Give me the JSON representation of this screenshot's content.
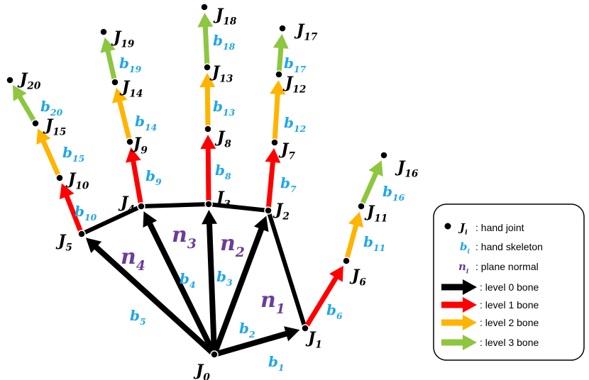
{
  "colors": {
    "level0": "#000000",
    "level1": "#ff0000",
    "level2": "#ffb400",
    "level3": "#8dc63f",
    "bone_label": "#1ea7e8",
    "normal_label": "#6a3d9a"
  },
  "joints": [
    {
      "id": "J0",
      "base": "J",
      "sub": "0"
    },
    {
      "id": "J1",
      "base": "J",
      "sub": "1"
    },
    {
      "id": "J2",
      "base": "J",
      "sub": "2"
    },
    {
      "id": "J3",
      "base": "J",
      "sub": "3"
    },
    {
      "id": "J4",
      "base": "J",
      "sub": "4"
    },
    {
      "id": "J5",
      "base": "J",
      "sub": "5"
    },
    {
      "id": "J6",
      "base": "J",
      "sub": "6"
    },
    {
      "id": "J7",
      "base": "J",
      "sub": "7"
    },
    {
      "id": "J8",
      "base": "J",
      "sub": "8"
    },
    {
      "id": "J9",
      "base": "J",
      "sub": "9"
    },
    {
      "id": "J10",
      "base": "J",
      "sub": "10"
    },
    {
      "id": "J11",
      "base": "J",
      "sub": "11"
    },
    {
      "id": "J12",
      "base": "J",
      "sub": "12"
    },
    {
      "id": "J13",
      "base": "J",
      "sub": "13"
    },
    {
      "id": "J14",
      "base": "J",
      "sub": "14"
    },
    {
      "id": "J15",
      "base": "J",
      "sub": "15"
    },
    {
      "id": "J16",
      "base": "J",
      "sub": "16"
    },
    {
      "id": "J17",
      "base": "J",
      "sub": "17"
    },
    {
      "id": "J18",
      "base": "J",
      "sub": "18"
    },
    {
      "id": "J19",
      "base": "J",
      "sub": "19"
    },
    {
      "id": "J20",
      "base": "J",
      "sub": "20"
    }
  ],
  "bones": [
    {
      "id": "b1",
      "base": "b",
      "sub": "1",
      "from": "J0",
      "to": "J1",
      "level": 0
    },
    {
      "id": "b2",
      "base": "b",
      "sub": "2",
      "from": "J0",
      "to": "J2",
      "level": 0
    },
    {
      "id": "b3",
      "base": "b",
      "sub": "3",
      "from": "J0",
      "to": "J3",
      "level": 0
    },
    {
      "id": "b4",
      "base": "b",
      "sub": "4",
      "from": "J0",
      "to": "J4",
      "level": 0
    },
    {
      "id": "b5",
      "base": "b",
      "sub": "5",
      "from": "J0",
      "to": "J5",
      "level": 0
    },
    {
      "id": "b6",
      "base": "b",
      "sub": "6",
      "from": "J1",
      "to": "J6",
      "level": 1
    },
    {
      "id": "b7",
      "base": "b",
      "sub": "7",
      "from": "J2",
      "to": "J7",
      "level": 1
    },
    {
      "id": "b8",
      "base": "b",
      "sub": "8",
      "from": "J3",
      "to": "J8",
      "level": 1
    },
    {
      "id": "b9",
      "base": "b",
      "sub": "9",
      "from": "J4",
      "to": "J9",
      "level": 1
    },
    {
      "id": "b10",
      "base": "b",
      "sub": "10",
      "from": "J5",
      "to": "J10",
      "level": 1
    },
    {
      "id": "b11",
      "base": "b",
      "sub": "11",
      "from": "J6",
      "to": "J11",
      "level": 2
    },
    {
      "id": "b12",
      "base": "b",
      "sub": "12",
      "from": "J7",
      "to": "J12",
      "level": 2
    },
    {
      "id": "b13",
      "base": "b",
      "sub": "13",
      "from": "J8",
      "to": "J13",
      "level": 2
    },
    {
      "id": "b14",
      "base": "b",
      "sub": "14",
      "from": "J9",
      "to": "J14",
      "level": 2
    },
    {
      "id": "b15",
      "base": "b",
      "sub": "15",
      "from": "J10",
      "to": "J15",
      "level": 2
    },
    {
      "id": "b16",
      "base": "b",
      "sub": "16",
      "from": "J11",
      "to": "J16",
      "level": 3
    },
    {
      "id": "b17",
      "base": "b",
      "sub": "17",
      "from": "J12",
      "to": "J17",
      "level": 3
    },
    {
      "id": "b18",
      "base": "b",
      "sub": "18",
      "from": "J13",
      "to": "J18",
      "level": 3
    },
    {
      "id": "b19",
      "base": "b",
      "sub": "19",
      "from": "J14",
      "to": "J19",
      "level": 3
    },
    {
      "id": "b20",
      "base": "b",
      "sub": "20",
      "from": "J15",
      "to": "J20",
      "level": 3
    }
  ],
  "palm_links": [
    {
      "from": "J5",
      "to": "J4"
    },
    {
      "from": "J4",
      "to": "J3"
    },
    {
      "from": "J3",
      "to": "J2"
    },
    {
      "from": "J2",
      "to": "J1"
    }
  ],
  "normals": [
    {
      "id": "n1",
      "base": "n",
      "sub": "1"
    },
    {
      "id": "n2",
      "base": "n",
      "sub": "2"
    },
    {
      "id": "n3",
      "base": "n",
      "sub": "3"
    },
    {
      "id": "n4",
      "base": "n",
      "sub": "4"
    }
  ],
  "legend": {
    "joint": {
      "sym_base": "J",
      "sym_sub": "i",
      "text": ": hand joint"
    },
    "skeleton": {
      "sym_base": "b",
      "sym_sub": "i",
      "text": ": hand skeleton"
    },
    "normal": {
      "sym_base": "n",
      "sym_sub": "i",
      "text": ": plane normal"
    },
    "levels": [
      {
        "level": 0,
        "text": ": level 0 bone"
      },
      {
        "level": 1,
        "text": ": level 1 bone"
      },
      {
        "level": 2,
        "text": ": level 2 bone"
      },
      {
        "level": 3,
        "text": ": level 3 bone"
      }
    ]
  }
}
